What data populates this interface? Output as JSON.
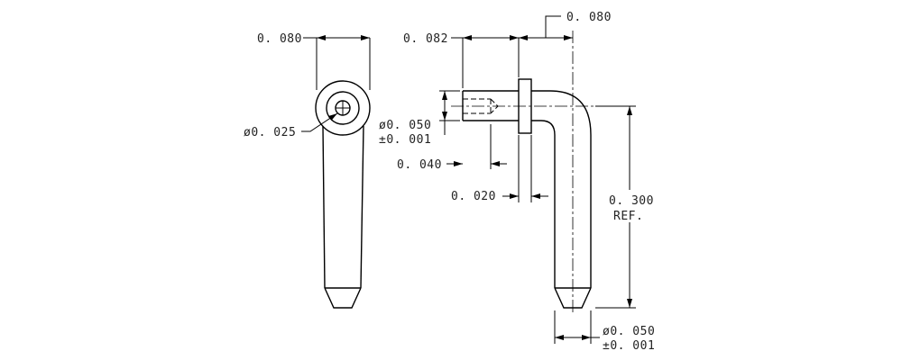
{
  "drawing": {
    "front_view": {
      "width_dim": "0. 080",
      "hole_dia_dim": "ø0. 025"
    },
    "side_view": {
      "top_left_dim": "0. 082",
      "top_right_dim": "0. 080",
      "pin_dia_dim_line1": "ø0. 050",
      "pin_dia_dim_line2": "±0. 001",
      "chamfer_dim": "0. 040",
      "flange_dim": "0. 020",
      "height_dim_line1": "0. 300",
      "height_dim_line2": "REF.",
      "lead_dia_dim_line1": "ø0. 050",
      "lead_dia_dim_line2": "±0. 001"
    }
  }
}
